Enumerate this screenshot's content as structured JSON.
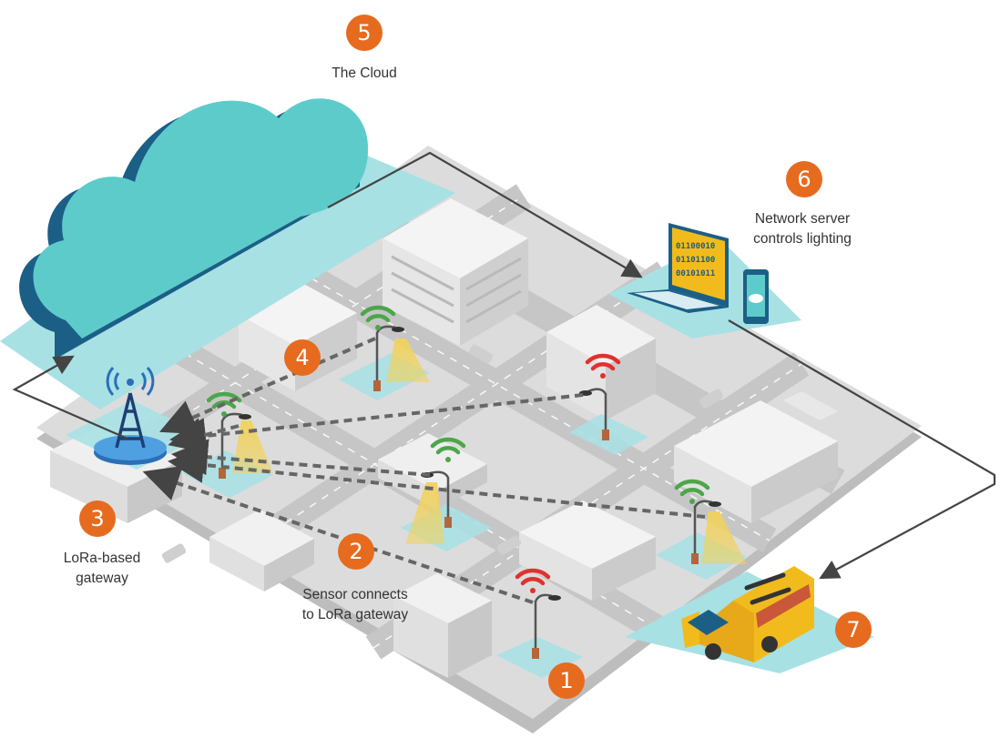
{
  "steps": [
    {
      "number": "1",
      "label_lines": []
    },
    {
      "number": "2",
      "label_lines": [
        "Sensor connects",
        "to LoRa gateway"
      ]
    },
    {
      "number": "3",
      "label_lines": [
        "LoRa-based",
        "gateway"
      ]
    },
    {
      "number": "4",
      "label_lines": []
    },
    {
      "number": "5",
      "label_lines": [
        "The Cloud"
      ]
    },
    {
      "number": "6",
      "label_lines": [
        "Network server",
        "controls lighting"
      ]
    },
    {
      "number": "7",
      "label_lines": []
    }
  ],
  "laptop_screen_text": [
    "01100010",
    "01101100",
    "00101011"
  ],
  "colors": {
    "badge": "#e66b1e",
    "cloud_face": "#5ecbcb",
    "cloud_side": "#1b5f86",
    "shadow_pad": "#a7e1e4",
    "ground": "#d9d9d9",
    "road": "#c4c4c4",
    "signal_ok": "#4ca64a",
    "signal_fault": "#e0312f",
    "light_beam": "#f2d25a",
    "van": "#f2bb1d",
    "tower": "#2a6fb8",
    "connector": "#444444"
  }
}
